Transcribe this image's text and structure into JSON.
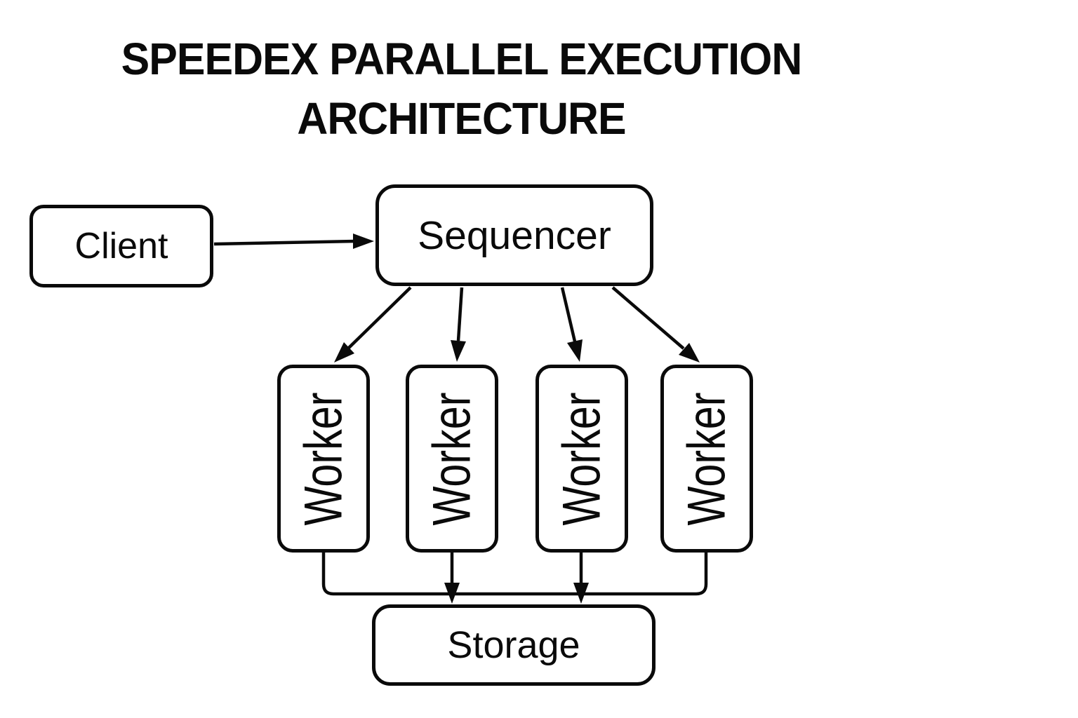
{
  "title": {
    "line1": "SPEEDEX PARALLEL EXECUTION",
    "line2": "ARCHITECTURE"
  },
  "diagram": {
    "nodes": {
      "client": {
        "label": "Client"
      },
      "sequencer": {
        "label": "Sequencer"
      },
      "workers": [
        {
          "label": "Worker"
        },
        {
          "label": "Worker"
        },
        {
          "label": "Worker"
        },
        {
          "label": "Worker"
        }
      ],
      "storage": {
        "label": "Storage"
      }
    },
    "edges": [
      {
        "from": "client",
        "to": "sequencer",
        "style": "arrow"
      },
      {
        "from": "sequencer",
        "to": "worker-1",
        "style": "arrow"
      },
      {
        "from": "sequencer",
        "to": "worker-2",
        "style": "arrow"
      },
      {
        "from": "sequencer",
        "to": "worker-3",
        "style": "arrow"
      },
      {
        "from": "sequencer",
        "to": "worker-4",
        "style": "arrow"
      },
      {
        "from": "worker-1",
        "to": "storage",
        "style": "bus-line"
      },
      {
        "from": "worker-2",
        "to": "storage",
        "style": "arrow"
      },
      {
        "from": "worker-3",
        "to": "storage",
        "style": "arrow"
      },
      {
        "from": "worker-4",
        "to": "storage",
        "style": "bus-line"
      }
    ],
    "colors": {
      "stroke": "#0a0a0a",
      "background": "#ffffff"
    }
  }
}
